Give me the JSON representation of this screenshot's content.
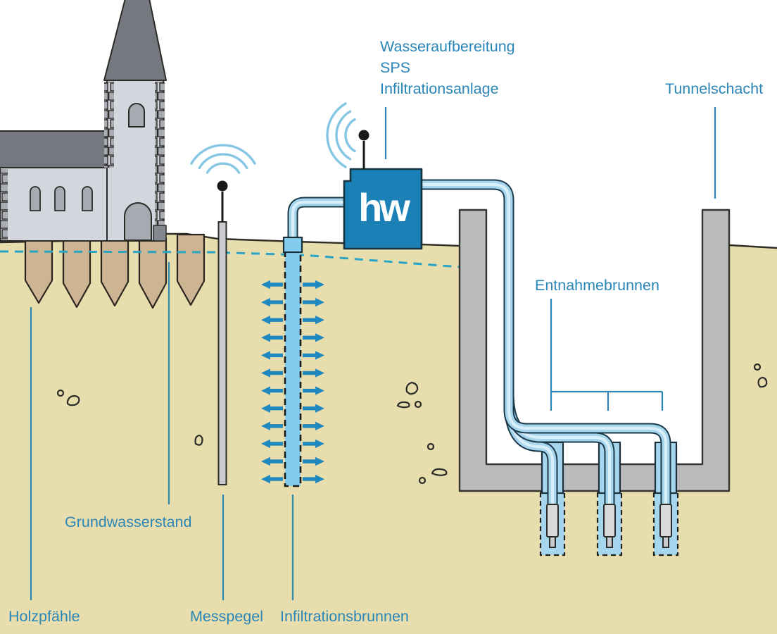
{
  "diagram": "groundwater-infiltration-system",
  "labels": {
    "treatment_line1": "Wasseraufbereitung",
    "treatment_line2": "SPS",
    "treatment_line3": "Infiltrationsanlage",
    "tunnelschacht": "Tunnelschacht",
    "entnahmebrunnen": "Entnahmebrunnen",
    "grundwasserstand": "Grundwasserstand",
    "holzpfaehle": "Holzpfähle",
    "messpegel": "Messpegel",
    "infiltrationsbrunnen": "Infiltrationsbrunnen"
  },
  "logo": {
    "text": "hw"
  },
  "infiltration": {
    "arrow_rows": 12,
    "arrow_y_start": 404,
    "arrow_y_step": 25.1
  },
  "wells": {
    "count": 3,
    "centers_x": [
      785,
      866,
      946
    ]
  },
  "piles": {
    "count": 5
  },
  "icons": {
    "antenna": "antenna-dot-icon (black rod with dot)",
    "radio_waves": "radio-waves-icon (three nested light blue arcs)"
  },
  "colors": {
    "label_blue": "#2b86b8",
    "leader_blue": "#2e86b5",
    "box_blue": "#1a80b6",
    "pipe_fill": "#a6d6ed",
    "pipe_highlight": "#d8eef9",
    "pipe_outline": "#1b3a49",
    "infiltration_blue": "#84ccef",
    "arrow_blue": "#1f88be",
    "groundwater_dash": "#29a4c6",
    "earth": "#e8dead",
    "shaft_gray": "#b9bbbd",
    "church_wall": "#d4d6dd",
    "church_roof": "#75787f",
    "window_gray": "#a7aab1",
    "pile_tan": "#cdb593",
    "rod_gray": "#c9cbce",
    "pump_gray": "#d7d9db",
    "radio_arc": "#85c6e4"
  }
}
